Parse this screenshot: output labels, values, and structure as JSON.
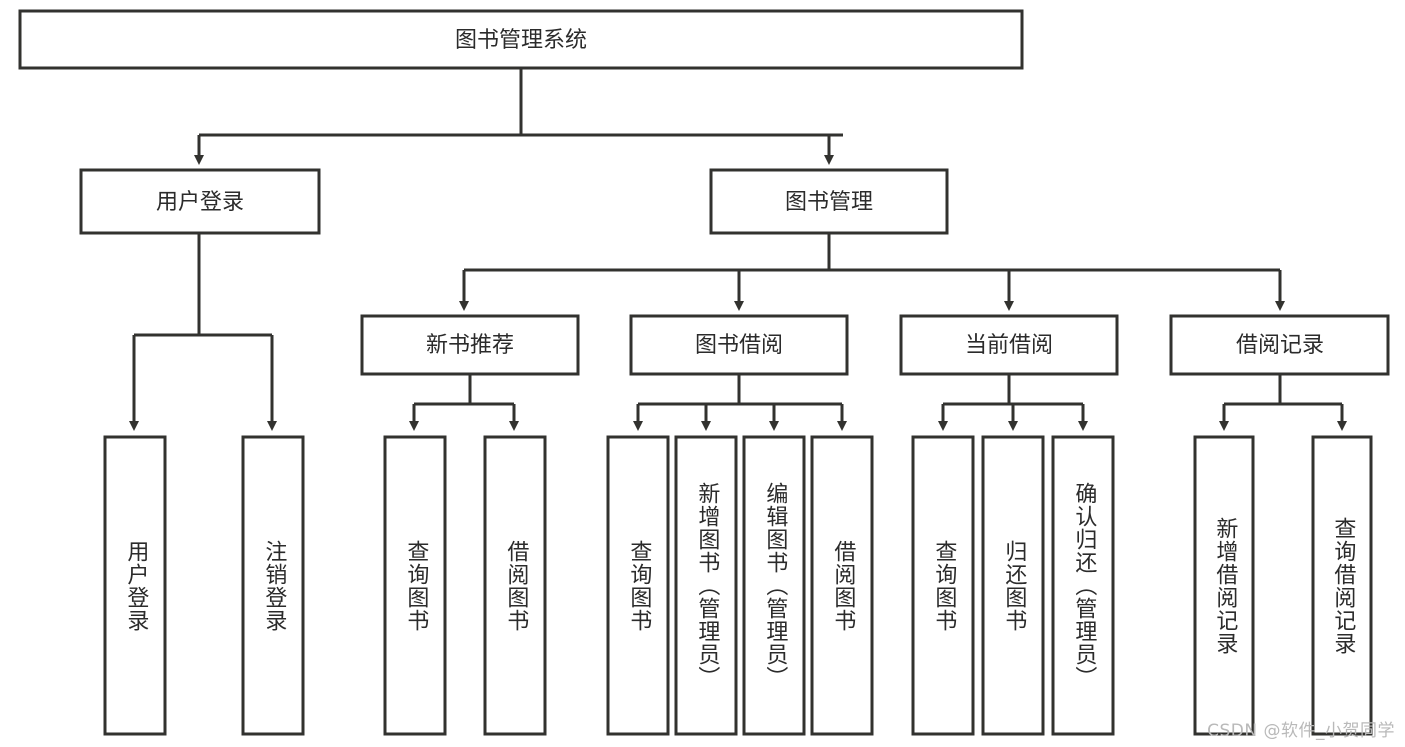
{
  "diagram": {
    "type": "tree",
    "title": "图书管理系统",
    "root": {
      "label": "图书管理系统",
      "children": [
        {
          "label": "用户登录",
          "children": [
            {
              "label": "用户登录"
            },
            {
              "label": "注销登录"
            }
          ]
        },
        {
          "label": "图书管理",
          "children": [
            {
              "label": "新书推荐",
              "children": [
                {
                  "label": "查询图书"
                },
                {
                  "label": "借阅图书"
                }
              ]
            },
            {
              "label": "图书借阅",
              "children": [
                {
                  "label": "查询图书"
                },
                {
                  "label": "新增图书（管理员）"
                },
                {
                  "label": "编辑图书（管理员）"
                },
                {
                  "label": "借阅图书"
                }
              ]
            },
            {
              "label": "当前借阅",
              "children": [
                {
                  "label": "查询图书"
                },
                {
                  "label": "归还图书"
                },
                {
                  "label": "确认归还（管理员）"
                }
              ]
            },
            {
              "label": "借阅记录",
              "children": [
                {
                  "label": "新增借阅记录"
                },
                {
                  "label": "查询借阅记录"
                }
              ]
            }
          ]
        }
      ]
    }
  },
  "nodes": {
    "root": "图书管理系统",
    "l1_user_login": "用户登录",
    "l1_book_mgmt": "图书管理",
    "l2_new_book": "新书推荐",
    "l2_borrow": "图书借阅",
    "l2_current": "当前借阅",
    "l2_record": "借阅记录",
    "leaf_user_login": "用户登录",
    "leaf_logout": "注销登录",
    "leaf_nb_query": "查询图书",
    "leaf_nb_borrow": "借阅图书",
    "leaf_bb_query": "查询图书",
    "leaf_bb_add": "新增图书（管理员）",
    "leaf_bb_edit": "编辑图书（管理员）",
    "leaf_bb_borrow": "借阅图书",
    "leaf_cb_query": "查询图书",
    "leaf_cb_return": "归还图书",
    "leaf_cb_confirm": "确认归还（管理员）",
    "leaf_br_add": "新增借阅记录",
    "leaf_br_query": "查询借阅记录"
  },
  "watermark": {
    "text": "CSDN @软件_小贺同学"
  },
  "colors": {
    "stroke": "#32322f",
    "box_fill": "#ffffff",
    "text": "#2b2b2b",
    "background": "#ffffff",
    "watermark": "#b9b9b9"
  }
}
